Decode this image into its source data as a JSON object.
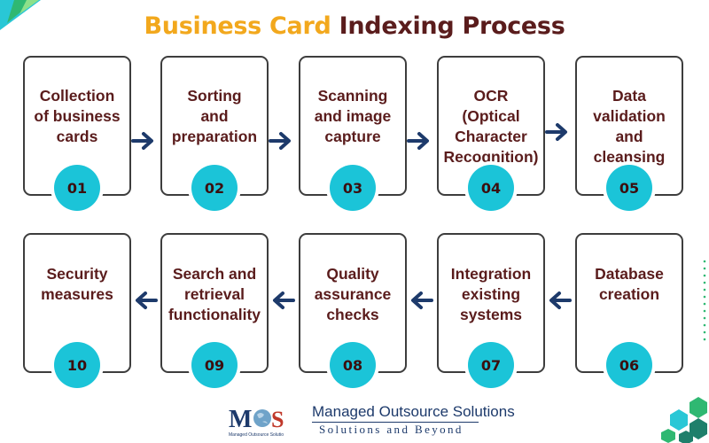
{
  "title": {
    "part1": "Business Card",
    "part2": "Indexing Process"
  },
  "steps": [
    {
      "num": "01",
      "label": "Collection\nof business\ncards"
    },
    {
      "num": "02",
      "label": "Sorting\nand\npreparation"
    },
    {
      "num": "03",
      "label": "Scanning\nand image\ncapture"
    },
    {
      "num": "04",
      "label": "OCR\n(Optical\nCharacter\nRecognition)"
    },
    {
      "num": "05",
      "label": "Data\nvalidation\nand\ncleansing"
    },
    {
      "num": "06",
      "label": "Database\ncreation"
    },
    {
      "num": "07",
      "label": "Integration\nexisting\nsystems"
    },
    {
      "num": "08",
      "label": "Quality\nassurance\nchecks"
    },
    {
      "num": "09",
      "label": "Search and\nretrieval\nfunctionality"
    },
    {
      "num": "10",
      "label": "Security\nmeasures"
    }
  ],
  "footer": {
    "logo_text": "MOS",
    "company": "Managed Outsource Solutions",
    "tagline": "Solutions and Beyond"
  },
  "colors": {
    "accent": "#f2a81d",
    "text": "#5a1c1c",
    "badge": "#1bc4d8",
    "arrow": "#1d3a6b"
  }
}
